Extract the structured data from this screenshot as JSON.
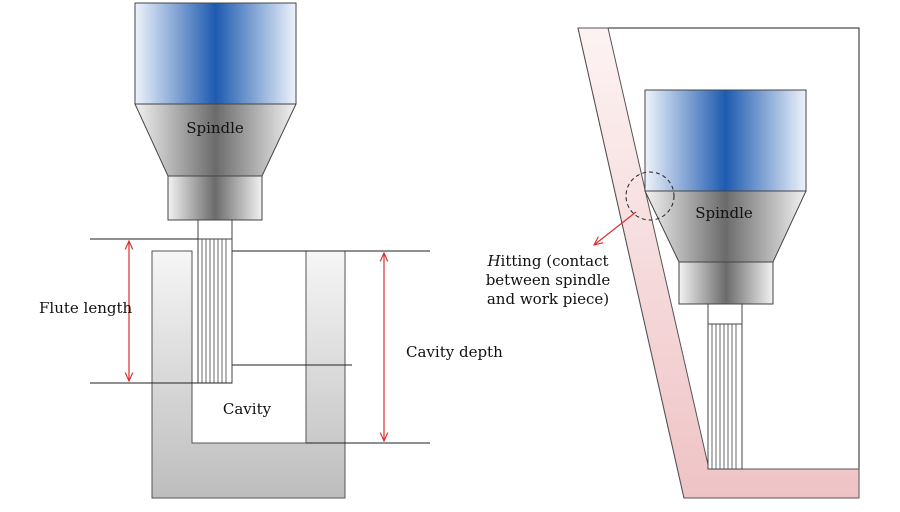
{
  "labels": {
    "spindle_left": "Spindle",
    "flute_length": "Flute length",
    "cavity_depth": "Cavity depth",
    "cavity": "Cavity",
    "spindle_right": "Spindle",
    "hitting_line1_prefix": "H",
    "hitting_line1_rest": "itting (contact",
    "hitting_line2": "between spindle",
    "hitting_line3": "and work piece)"
  },
  "colors": {
    "spindle_blue": "#1e5bb0",
    "spindle_gray": "#6b6b6b",
    "dimension_red": "#d63030",
    "workpiece_gray": "#bdbdbd",
    "workpiece_pink": "#efc3c5",
    "outline": "#222222"
  }
}
